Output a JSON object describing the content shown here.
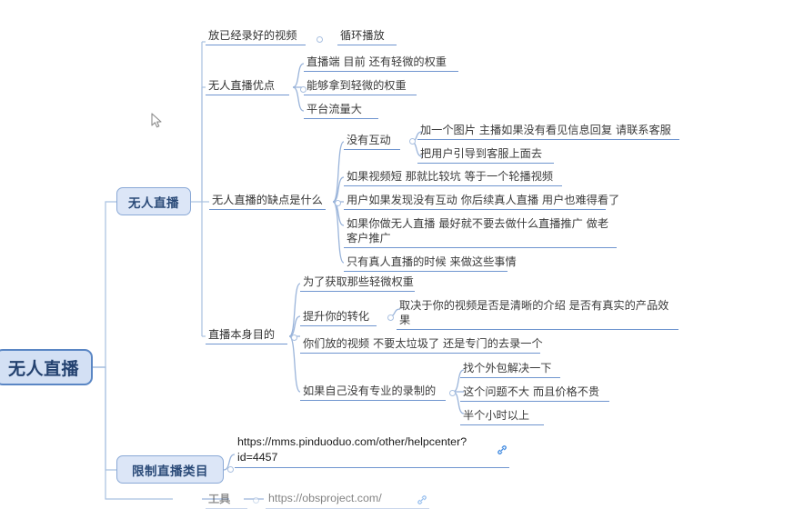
{
  "app": {
    "background_color": "#ffffff",
    "node_fill": "#dce6f7",
    "node_border": "#8aa9d6",
    "branch_color": "#6f95cf",
    "text_color": "#3b3b3b",
    "root_text_color": "#23416f"
  },
  "root": {
    "label": "无人直播"
  },
  "branches": [
    {
      "label": "无人直播",
      "children": [
        {
          "label": "放已经录好的视频",
          "children": [
            {
              "label": "循环播放"
            }
          ]
        },
        {
          "label": "无人直播优点",
          "children": [
            {
              "label": "直播端 目前 还有轻微的权重"
            },
            {
              "label": "能够拿到轻微的权重"
            },
            {
              "label": "平台流量大"
            }
          ]
        },
        {
          "label": "无人直播的缺点是什么",
          "children": [
            {
              "label": "没有互动",
              "children": [
                {
                  "label": "加一个图片 主播如果没有看见信息回复 请联系客服"
                },
                {
                  "label": "把用户引导到客服上面去"
                }
              ]
            },
            {
              "label": "如果视频短 那就比较坑 等于一个轮播视频"
            },
            {
              "label": "用户如果发现没有互动 你后续真人直播 用户也难得看了"
            },
            {
              "label": "如果你做无人直播 最好就不要去做什么直播推广 做老客户推广"
            },
            {
              "label": "只有真人直播的时候 来做这些事情"
            }
          ]
        },
        {
          "label": "直播本身目的",
          "children": [
            {
              "label": "为了获取那些轻微权重"
            },
            {
              "label": "提升你的转化",
              "children": [
                {
                  "label": "取决于你的视频是否是清晰的介绍 是否有真实的产品效果"
                }
              ]
            },
            {
              "label": "你们放的视频 不要太垃圾了 还是专门的去录一个"
            },
            {
              "label": "如果自己没有专业的录制的",
              "children": [
                {
                  "label": "找个外包解决一下"
                },
                {
                  "label": "这个问题不大 而且价格不贵"
                },
                {
                  "label": "半个小时以上"
                }
              ]
            }
          ]
        }
      ]
    },
    {
      "label": "限制直播类目",
      "children": [
        {
          "label": "https://mms.pinduoduo.com/other/helpcenter?id=4457",
          "has_link_icon": true
        }
      ]
    },
    {
      "label": "工具",
      "children": [
        {
          "label": "https://obsproject.com/",
          "has_link_icon": true
        }
      ]
    }
  ],
  "icons": {
    "link": "link-icon",
    "collapse_toggle": "collapse-toggle-dot",
    "cursor": "mouse-cursor"
  }
}
